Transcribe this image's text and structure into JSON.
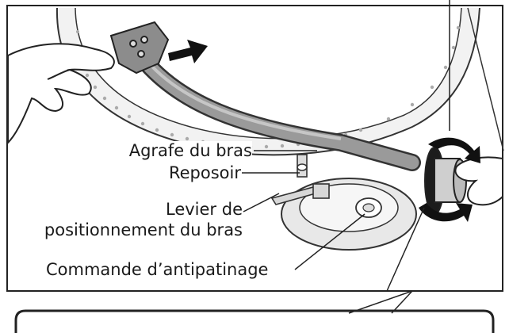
{
  "labels": {
    "arm_clamp": "Agrafe du bras",
    "arm_rest": "Reposoir",
    "cueing_lever_line1": "Levier de",
    "cueing_lever_line2": "positionnement du bras",
    "antiskating_control": "Commande d’antipatinage"
  }
}
